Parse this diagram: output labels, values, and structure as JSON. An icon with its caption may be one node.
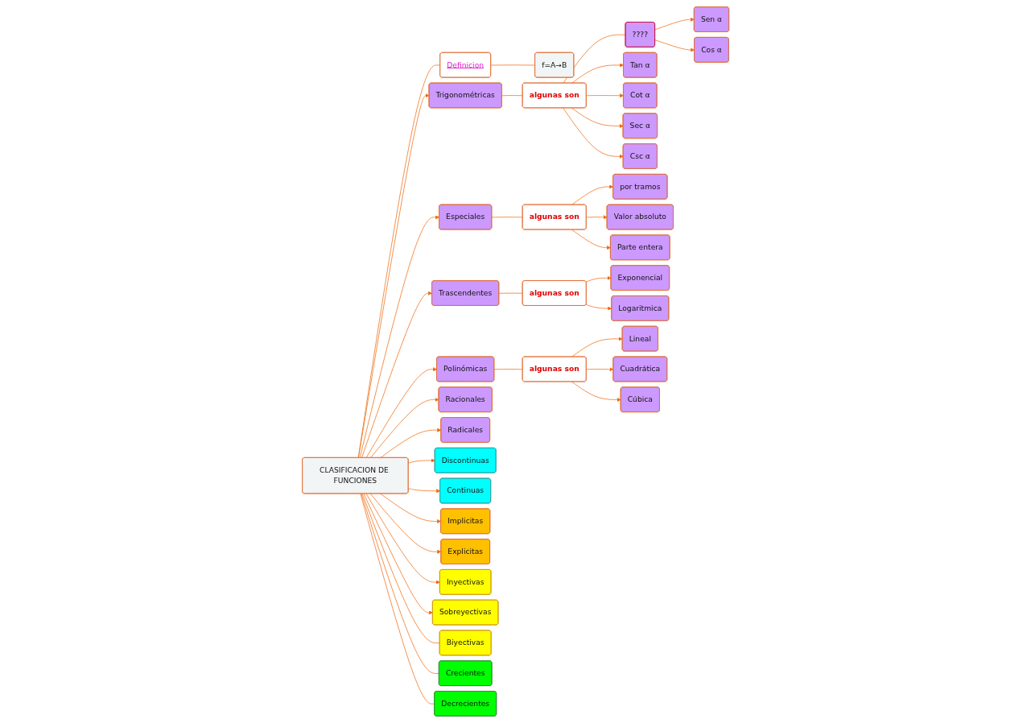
{
  "diagram": {
    "nodes": [
      {
        "text": [
          "CLASIFICACION DE FUNCIONES"
        ]
      },
      {
        "text": [
          "Definicion"
        ]
      },
      {
        "text": [
          "f=A→B"
        ]
      },
      {
        "text": [
          "Trigonométricas"
        ]
      },
      {
        "text": [
          "algunas son"
        ]
      },
      {
        "text": [
          "????"
        ]
      },
      {
        "text": [
          "Sen α"
        ]
      },
      {
        "text": [
          "Cos α"
        ]
      },
      {
        "text": [
          "Tan α"
        ]
      },
      {
        "text": [
          "Cot α"
        ]
      },
      {
        "text": [
          "Sec α"
        ]
      },
      {
        "text": [
          "Csc α"
        ]
      },
      {
        "text": [
          "Especiales"
        ]
      },
      {
        "text": [
          "algunas son"
        ]
      },
      {
        "text": [
          "por tramos"
        ]
      },
      {
        "text": [
          "Valor absoluto"
        ]
      },
      {
        "text": [
          "Parte entera"
        ]
      },
      {
        "text": [
          "Trascendentes"
        ]
      },
      {
        "text": [
          "algunas son"
        ]
      },
      {
        "text": [
          "Exponencial"
        ]
      },
      {
        "text": [
          "Logaritmica"
        ]
      },
      {
        "text": [
          "Polinómicas"
        ]
      },
      {
        "text": [
          "algunas son"
        ]
      },
      {
        "text": [
          "Lineal"
        ]
      },
      {
        "text": [
          "Cuadrática"
        ]
      },
      {
        "text": [
          "Cúbica"
        ]
      },
      {
        "text": [
          "Racionales"
        ]
      },
      {
        "text": [
          "Radicales"
        ]
      },
      {
        "text": [
          "Discontinuas"
        ]
      },
      {
        "text": [
          "Continuas"
        ]
      },
      {
        "text": [
          "Implicitas"
        ]
      },
      {
        "text": [
          "Explicitas"
        ]
      },
      {
        "text": [
          "Inyectivas"
        ]
      },
      {
        "text": [
          "Sobreyectivas"
        ]
      },
      {
        "text": [
          "Biyectivas"
        ]
      },
      {
        "text": [
          "Crecientes"
        ]
      },
      {
        "text": [
          "Decrecientes"
        ]
      }
    ],
    "edges": [
      {
        "from": 0,
        "to": 1,
        "arrow": "none"
      },
      {
        "from": 1,
        "to": 2,
        "arrow": "none"
      },
      {
        "from": 0,
        "to": 3,
        "arrow": "to"
      },
      {
        "from": 3,
        "to": 4,
        "arrow": "none"
      },
      {
        "from": 4,
        "to": 5,
        "arrow": "none"
      },
      {
        "from": 5,
        "to": 6,
        "arrow": "to"
      },
      {
        "from": 5,
        "to": 7,
        "arrow": "to"
      },
      {
        "from": 4,
        "to": 8,
        "arrow": "to"
      },
      {
        "from": 4,
        "to": 9,
        "arrow": "to"
      },
      {
        "from": 4,
        "to": 10,
        "arrow": "to"
      },
      {
        "from": 4,
        "to": 11,
        "arrow": "to"
      },
      {
        "from": 0,
        "to": 12,
        "arrow": "to"
      },
      {
        "from": 12,
        "to": 13,
        "arrow": "none"
      },
      {
        "from": 13,
        "to": 14,
        "arrow": "to"
      },
      {
        "from": 13,
        "to": 15,
        "arrow": "to"
      },
      {
        "from": 13,
        "to": 16,
        "arrow": "to"
      },
      {
        "from": 0,
        "to": 17,
        "arrow": "to"
      },
      {
        "from": 17,
        "to": 18,
        "arrow": "none"
      },
      {
        "from": 18,
        "to": 19,
        "arrow": "to"
      },
      {
        "from": 18,
        "to": 20,
        "arrow": "to"
      },
      {
        "from": 0,
        "to": 21,
        "arrow": "to"
      },
      {
        "from": 21,
        "to": 22,
        "arrow": "none"
      },
      {
        "from": 22,
        "to": 23,
        "arrow": "to"
      },
      {
        "from": 22,
        "to": 24,
        "arrow": "to"
      },
      {
        "from": 22,
        "to": 25,
        "arrow": "to"
      },
      {
        "from": 0,
        "to": 26,
        "arrow": "to"
      },
      {
        "from": 0,
        "to": 27,
        "arrow": "to"
      },
      {
        "from": 0,
        "to": 28,
        "arrow": "to"
      },
      {
        "from": 0,
        "to": 29,
        "arrow": "to"
      },
      {
        "from": 0,
        "to": 30,
        "arrow": "to"
      },
      {
        "from": 0,
        "to": 31,
        "arrow": "to"
      },
      {
        "from": 0,
        "to": 32,
        "arrow": "to"
      },
      {
        "from": 0,
        "to": 33,
        "arrow": "to"
      },
      {
        "from": 0,
        "to": 34,
        "arrow": "none"
      },
      {
        "from": 0,
        "to": 35,
        "arrow": "none"
      },
      {
        "from": 0,
        "to": 36,
        "arrow": "none"
      }
    ]
  }
}
